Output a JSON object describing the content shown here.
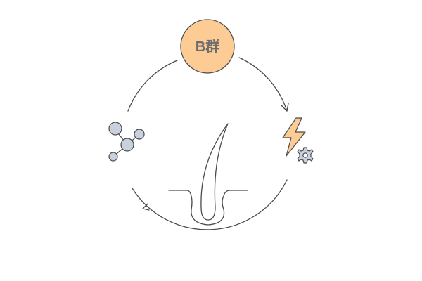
{
  "diagram": {
    "center_badge": {
      "label": "B群",
      "fill": "#FDCB94",
      "stroke": "#4a4a4a"
    },
    "nodes": [
      {
        "name": "molecule",
        "icon": "molecule-icon"
      },
      {
        "name": "energy",
        "icon": "lightning-gear-icon"
      },
      {
        "name": "hair",
        "icon": "hair-follicle-icon"
      }
    ],
    "colors": {
      "line": "#4a4a4a",
      "molecule_fill": "#C9D1DE",
      "lightning_fill": "#FDCB94",
      "gear_fill": "#C9D1DE"
    }
  }
}
